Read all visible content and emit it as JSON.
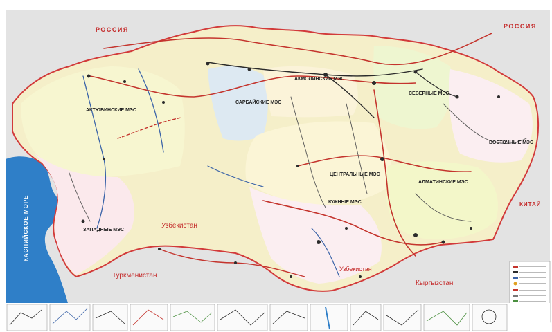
{
  "labels": {
    "russia_left": "РОССИЯ",
    "russia_right": "РОССИЯ",
    "china": "КИТАЙ",
    "caspian": "КАСПИЙСКОЕ МОРЕ",
    "uzbekistan_1": "Узбекистан",
    "uzbekistan_2": "Узбекистан",
    "turkmenistan": "Туркменистан",
    "kyrgyzstan": "Кыргызстан"
  },
  "regions": {
    "aktobe": "АКТЮБИНСКИЕ МЭС",
    "sarbai": "САРБАЙСКИЕ МЭС",
    "akmola": "АКМОЛИНСКИЕ МЭС",
    "north": "СЕВЕРНЫЕ МЭС",
    "east": "ВОСТОЧНЫЕ МЭС",
    "central": "ЦЕНТРАЛЬНЫЕ МЭС",
    "almaty": "АЛМАТИНСКИЕ МЭС",
    "south": "ЮЖНЫЕ МЭС",
    "west": "ЗАПАДНЫЕ МЭС"
  },
  "colors": {
    "border": "#d23a3a",
    "line_primary": "#c4342d",
    "line_secondary": "#2b2b2b",
    "line_blue": "#3a63a8",
    "water": "#2f7fc8",
    "land_outside": "#e3e3e3",
    "label_red": "#c42a2a"
  }
}
